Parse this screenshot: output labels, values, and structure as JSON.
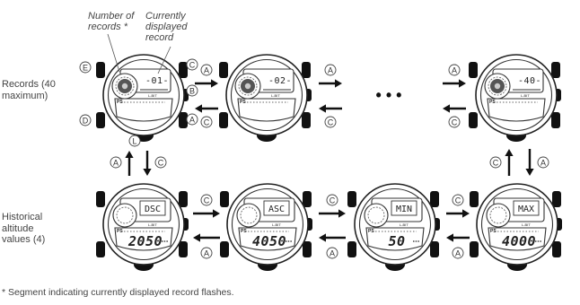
{
  "labels": {
    "records": "Records (40 maximum)",
    "historical": "Historical altitude values (4)",
    "number_of_records": "Number of records *",
    "currently_displayed": "Currently displayed record",
    "footnote": "* Segment indicating currently displayed record flashes."
  },
  "buttons": {
    "A": "A",
    "B": "B",
    "C": "C",
    "D": "D",
    "E": "E",
    "L": "L"
  },
  "records_row": [
    {
      "display": "-01-"
    },
    {
      "display": "-02-"
    },
    {
      "display": "-40-"
    }
  ],
  "history_row": [
    {
      "mode": "DSC",
      "value": "2050"
    },
    {
      "mode": "ASC",
      "value": "4050"
    },
    {
      "mode": "MIN",
      "value": "50"
    },
    {
      "mode": "MAX",
      "value": "4000"
    }
  ],
  "ellipsis": "• • •",
  "small_marks": {
    "ps": "PS",
    "ball": "L-BIT"
  }
}
